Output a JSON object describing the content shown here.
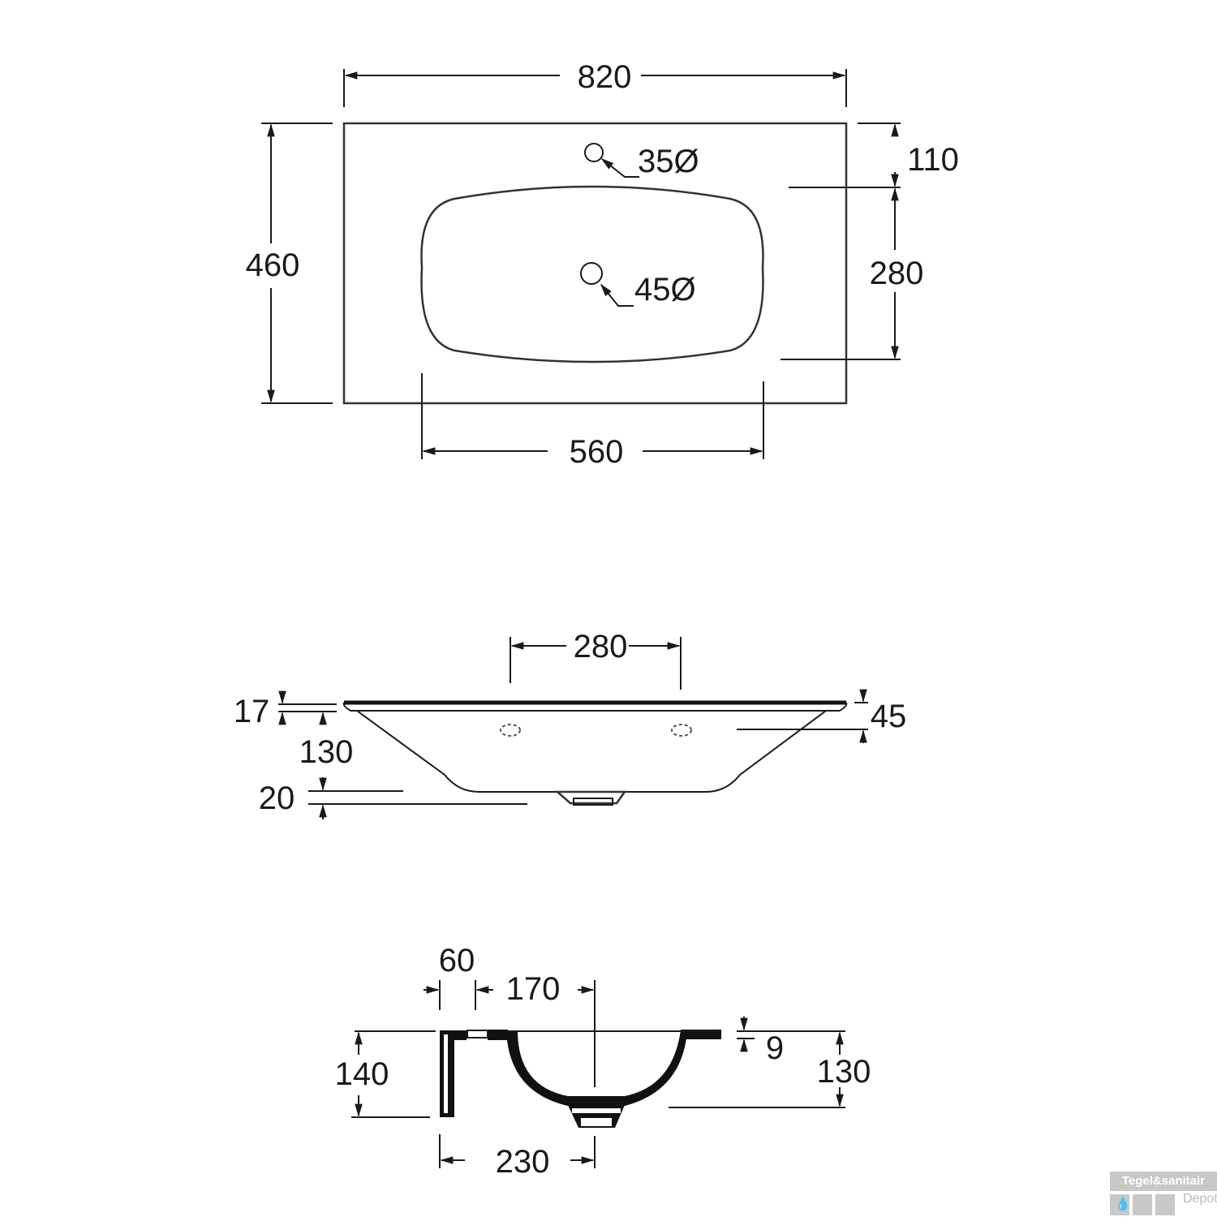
{
  "drawing": {
    "title": "Washbasin technical dimension drawing",
    "units": "mm",
    "top_view": {
      "overall_width": "820",
      "overall_depth": "460",
      "bowl_width": "560",
      "bowl_depth": "280",
      "tap_hole_offset": "110",
      "tap_hole_label": "35Ø",
      "drain_hole_label": "45Ø"
    },
    "front_view": {
      "tap_hole_spacing": "280",
      "rim_thickness": "17",
      "bowl_height": "130",
      "drain_projection": "20",
      "overflow_height": "45"
    },
    "side_view": {
      "wall_offset": "60",
      "drain_offset": "170",
      "wall_height": "140",
      "drain_center_from_wall": "230",
      "rim_thickness": "9",
      "bowl_depth": "130"
    }
  },
  "watermark": {
    "line1": "Tegel&sanitair",
    "line2": "Depot",
    "drop_icon": "💧"
  }
}
